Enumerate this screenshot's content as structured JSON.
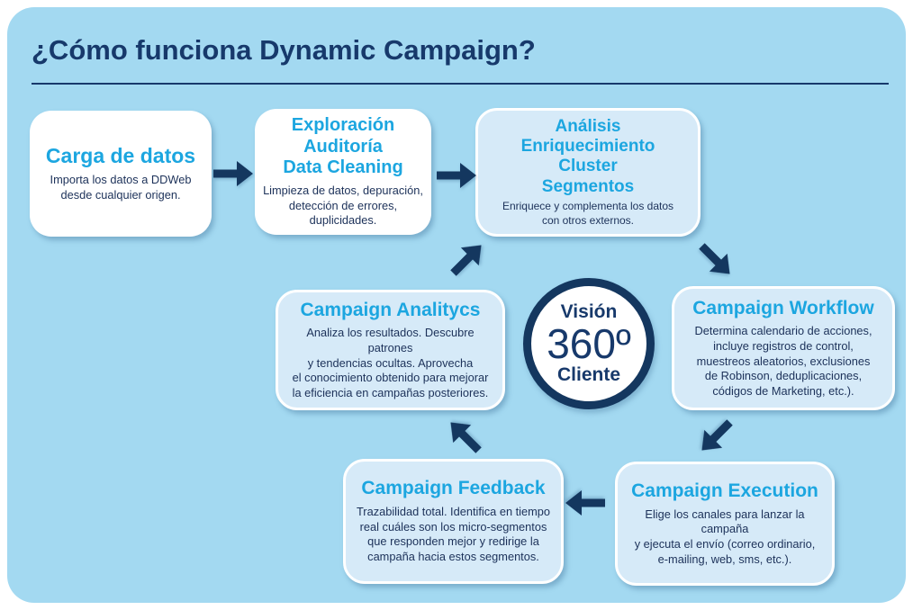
{
  "title": "¿Cómo funciona Dynamic Campaign?",
  "colors": {
    "canvas_background": "#a3d9f1",
    "node_white": "#ffffff",
    "node_light_blue": "#d6eaf8",
    "accent_cyan": "#1ca6e0",
    "navy": "#17396b",
    "arrow_navy": "#14375f"
  },
  "nodes": [
    {
      "id": "carga",
      "title": "Carga de datos",
      "body": "Importa los datos a DDWeb\ndesde cualquier origen.",
      "style": "white"
    },
    {
      "id": "exploracion",
      "title": "Exploración\nAuditoría\nData Cleaning",
      "body": "Limpieza de datos, depuración,\ndetección de errores, duplicidades.",
      "style": "white"
    },
    {
      "id": "analisis",
      "title": "Análisis\nEnriquecimiento\nCluster\nSegmentos",
      "body": "Enriquece y complementa los datos\ncon otros externos.",
      "style": "blue"
    },
    {
      "id": "workflow",
      "title": "Campaign Workflow",
      "body": "Determina calendario de acciones,\nincluye registros de control,\nmuestreos aleatorios, exclusiones\nde Robinson, deduplicaciones,\ncódigos de Marketing, etc.).",
      "style": "blue"
    },
    {
      "id": "execution",
      "title": "Campaign Execution",
      "body": "Elige los canales para lanzar la campaña\ny ejecuta el envío (correo ordinario,\ne-mailing, web, sms, etc.).",
      "style": "blue"
    },
    {
      "id": "feedback",
      "title": "Campaign Feedback",
      "body": "Trazabilidad total. Identifica en tiempo\nreal cuáles son los micro-segmentos\nque responden mejor y redirige la\ncampaña hacia estos segmentos.",
      "style": "blue"
    },
    {
      "id": "analitycs",
      "title": "Campaign Analitycs",
      "body": "Analiza los resultados. Descubre patrones\ny tendencias ocultas. Aprovecha\nel conocimiento obtenido para mejorar\nla eficiencia en campañas posteriores.",
      "style": "blue"
    }
  ],
  "center_circle": {
    "line1": "Visión",
    "line2": "360º",
    "line3": "Cliente"
  },
  "edges": [
    {
      "from": "carga",
      "to": "exploracion",
      "direction": "right"
    },
    {
      "from": "exploracion",
      "to": "analisis",
      "direction": "right"
    },
    {
      "from": "analitycs",
      "to": "analisis",
      "direction": "up-right"
    },
    {
      "from": "analisis",
      "to": "workflow",
      "direction": "down-right"
    },
    {
      "from": "workflow",
      "to": "execution",
      "direction": "down-left"
    },
    {
      "from": "execution",
      "to": "feedback",
      "direction": "left"
    },
    {
      "from": "feedback",
      "to": "analitycs",
      "direction": "up-left"
    }
  ]
}
